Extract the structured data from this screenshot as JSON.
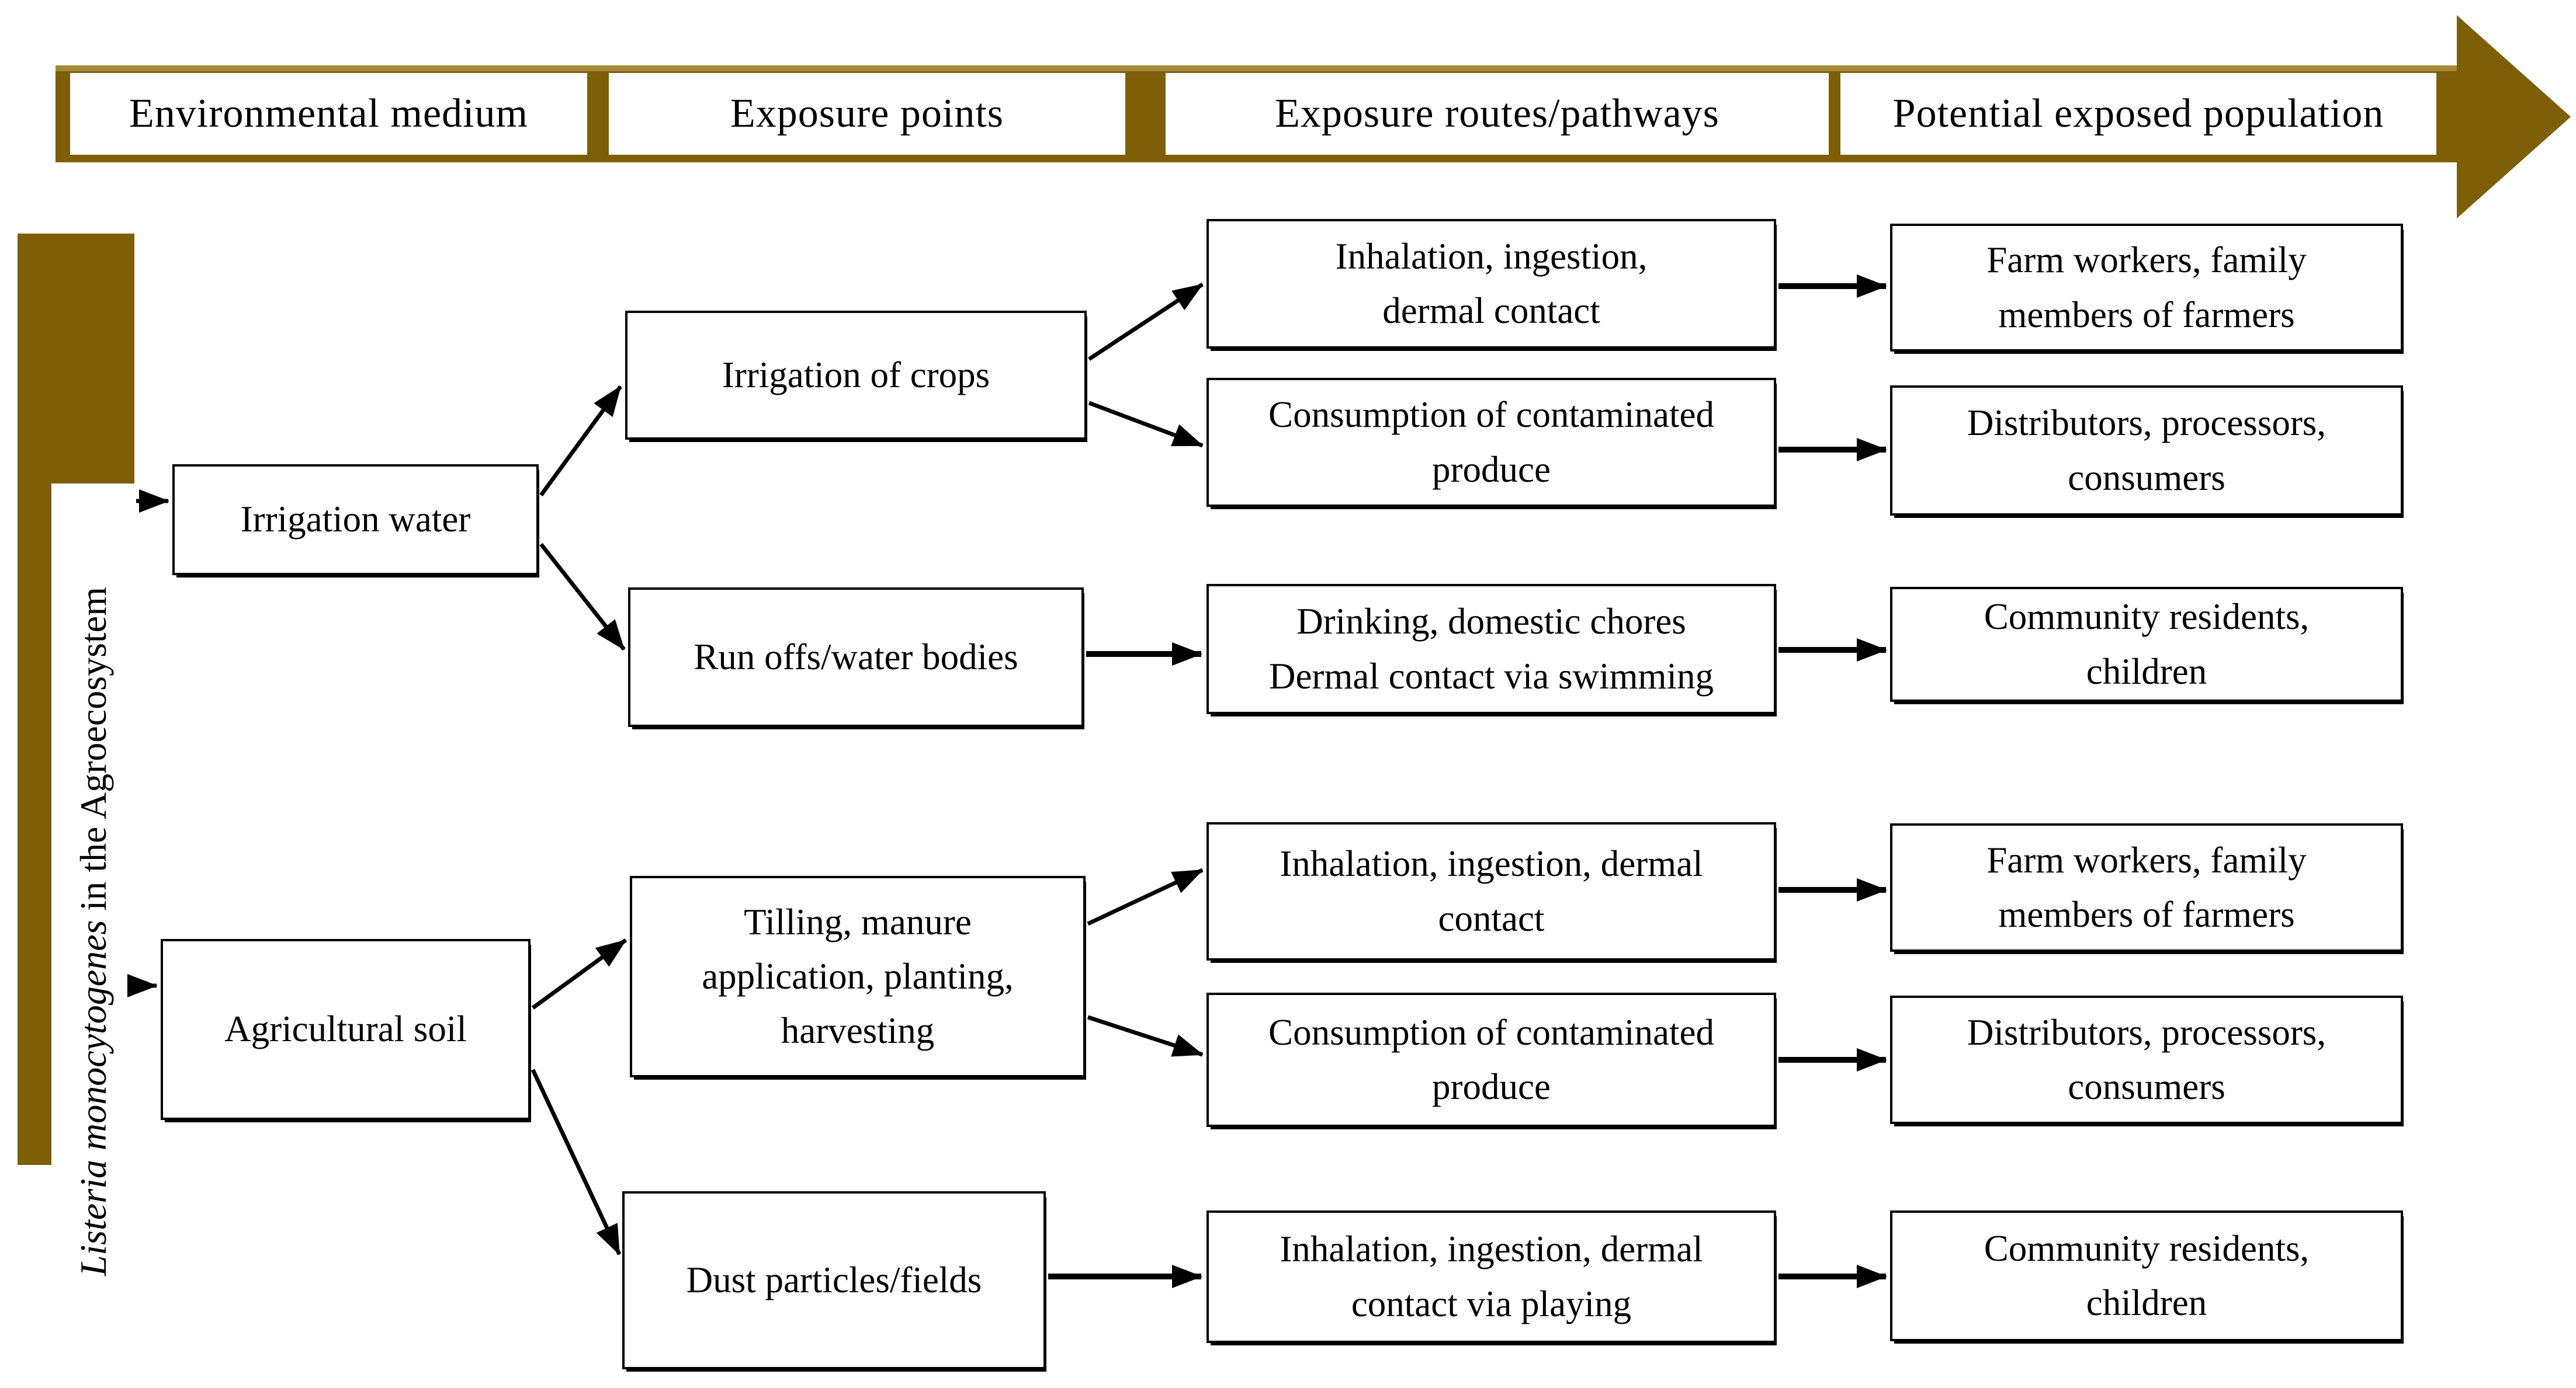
{
  "banner": {
    "headers": [
      "Environmental medium",
      "Exposure points",
      "Exposure routes/pathways",
      "Potential exposed population"
    ]
  },
  "sidebar": {
    "species": "Listeria monocytogenes",
    "rest": " in the Agroecosystem"
  },
  "nodes": {
    "medium1": "Irrigation water",
    "medium2": "Agricultural soil",
    "point1": "Irrigation of crops",
    "point2": "Run offs/water bodies",
    "point3": "Tilling, manure\napplication, planting,\nharvesting",
    "point4": "Dust particles/fields",
    "route1": "Inhalation, ingestion,\ndermal contact",
    "route2": "Consumption of contaminated\nproduce",
    "route3": "Drinking, domestic chores\nDermal contact via swimming",
    "route4": "Inhalation, ingestion, dermal\ncontact",
    "route5": "Consumption of contaminated\nproduce",
    "route6": "Inhalation, ingestion, dermal\ncontact via playing",
    "pop1": "Farm workers, family\nmembers of farmers",
    "pop2": "Distributors, processors,\nconsumers",
    "pop3": "Community residents,\nchildren",
    "pop4": "Farm workers, family\nmembers of farmers",
    "pop5": "Distributors, processors,\nconsumers",
    "pop6": "Community residents,\nchildren"
  },
  "colors": {
    "gold": "#7E5E06",
    "gold_light": "#A68938",
    "ink": "#000000",
    "paper": "#FFFFFF"
  }
}
